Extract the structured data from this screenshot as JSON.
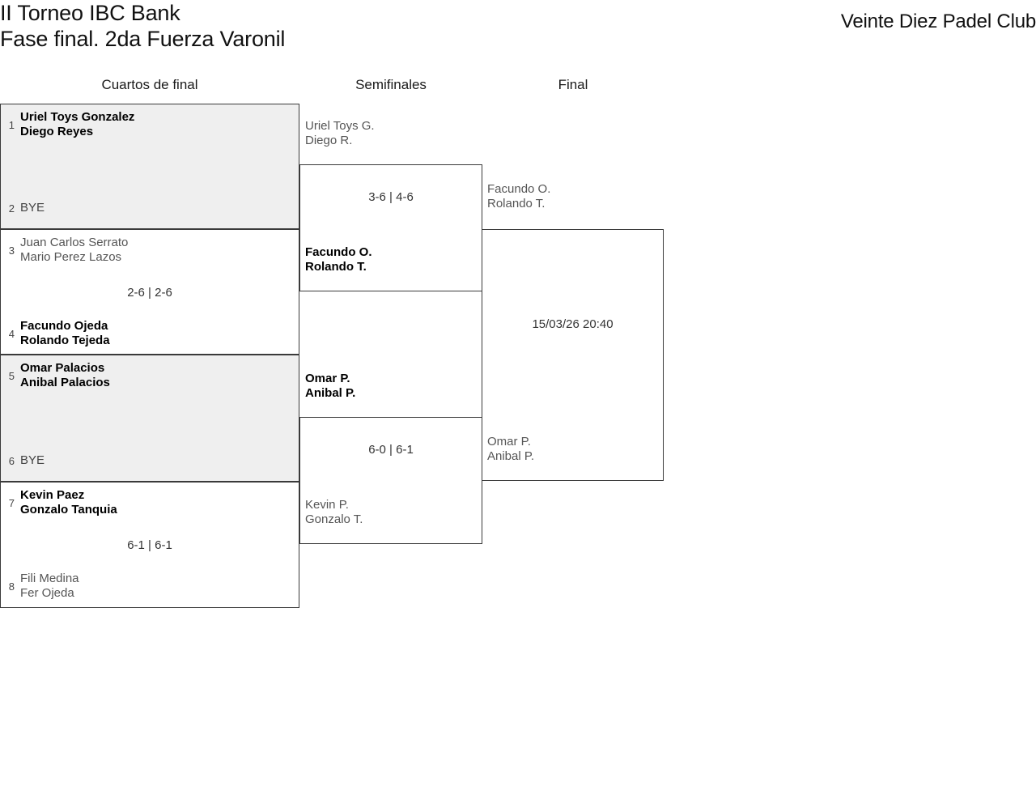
{
  "header": {
    "tournament_line1": "II Torneo IBC Bank",
    "tournament_line2": "Fase final. 2da Fuerza Varonil",
    "club": "Veinte Diez Padel Club"
  },
  "rounds": {
    "quarterfinals_label": "Cuartos de final",
    "semifinals_label": "Semifinales",
    "final_label": "Final"
  },
  "quarterfinals": [
    {
      "seed_top": "1",
      "team_top_line1": "Uriel Toys Gonzalez",
      "team_top_line2": "Diego Reyes",
      "seed_bottom": "2",
      "team_bottom_line1": "BYE",
      "score": "",
      "bye": true
    },
    {
      "seed_top": "3",
      "team_top_line1": "Juan Carlos Serrato",
      "team_top_line2": "Mario Perez Lazos",
      "seed_bottom": "4",
      "team_bottom_line1": "Facundo Ojeda",
      "team_bottom_line2": "Rolando Tejeda",
      "score": "2-6 | 2-6",
      "bye": false
    },
    {
      "seed_top": "5",
      "team_top_line1": "Omar Palacios",
      "team_top_line2": "Anibal Palacios",
      "seed_bottom": "6",
      "team_bottom_line1": "BYE",
      "score": "",
      "bye": true
    },
    {
      "seed_top": "7",
      "team_top_line1": "Kevin Paez",
      "team_top_line2": "Gonzalo Tanquia",
      "seed_bottom": "8",
      "team_bottom_line1": "Fili Medina",
      "team_bottom_line2": "Fer Ojeda",
      "score": "6-1 | 6-1",
      "bye": false
    }
  ],
  "semifinals": [
    {
      "team_top_line1": "Uriel Toys G.",
      "team_top_line2": "Diego R.",
      "team_bottom_line1": "Facundo O.",
      "team_bottom_line2": "Rolando T.",
      "score": "3-6 | 4-6"
    },
    {
      "team_top_line1": "Omar P.",
      "team_top_line2": "Anibal P.",
      "team_bottom_line1": "Kevin P.",
      "team_bottom_line2": "Gonzalo T.",
      "score": "6-0 | 6-1"
    }
  ],
  "final": {
    "team_top_line1": "Facundo O.",
    "team_top_line2": "Rolando T.",
    "team_bottom_line1": "Omar P.",
    "team_bottom_line2": "Anibal P.",
    "schedule": "15/03/26 20:40"
  }
}
